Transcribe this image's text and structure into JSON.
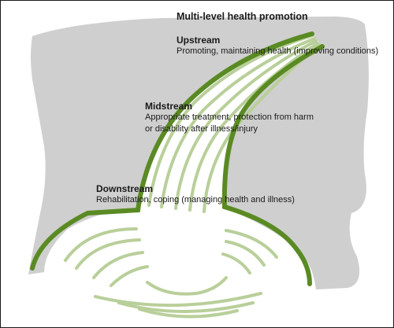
{
  "title": "Multi-level health promotion",
  "colors": {
    "background": "#cfcfcf",
    "river_dark": "#5a8a23",
    "river_light": "#b9cf9a",
    "text": "#1a1a1a"
  },
  "levels": [
    {
      "heading": "Upstream",
      "description": "Promoting, maintaining health (improving conditions)"
    },
    {
      "heading": "Midstream",
      "description_lines": [
        "Appropriate treatment, protection from harm",
        "or disability after illness/injury"
      ]
    },
    {
      "heading": "Downstream",
      "description": "Rehabilitation, coping (managing health and illness)"
    }
  ]
}
